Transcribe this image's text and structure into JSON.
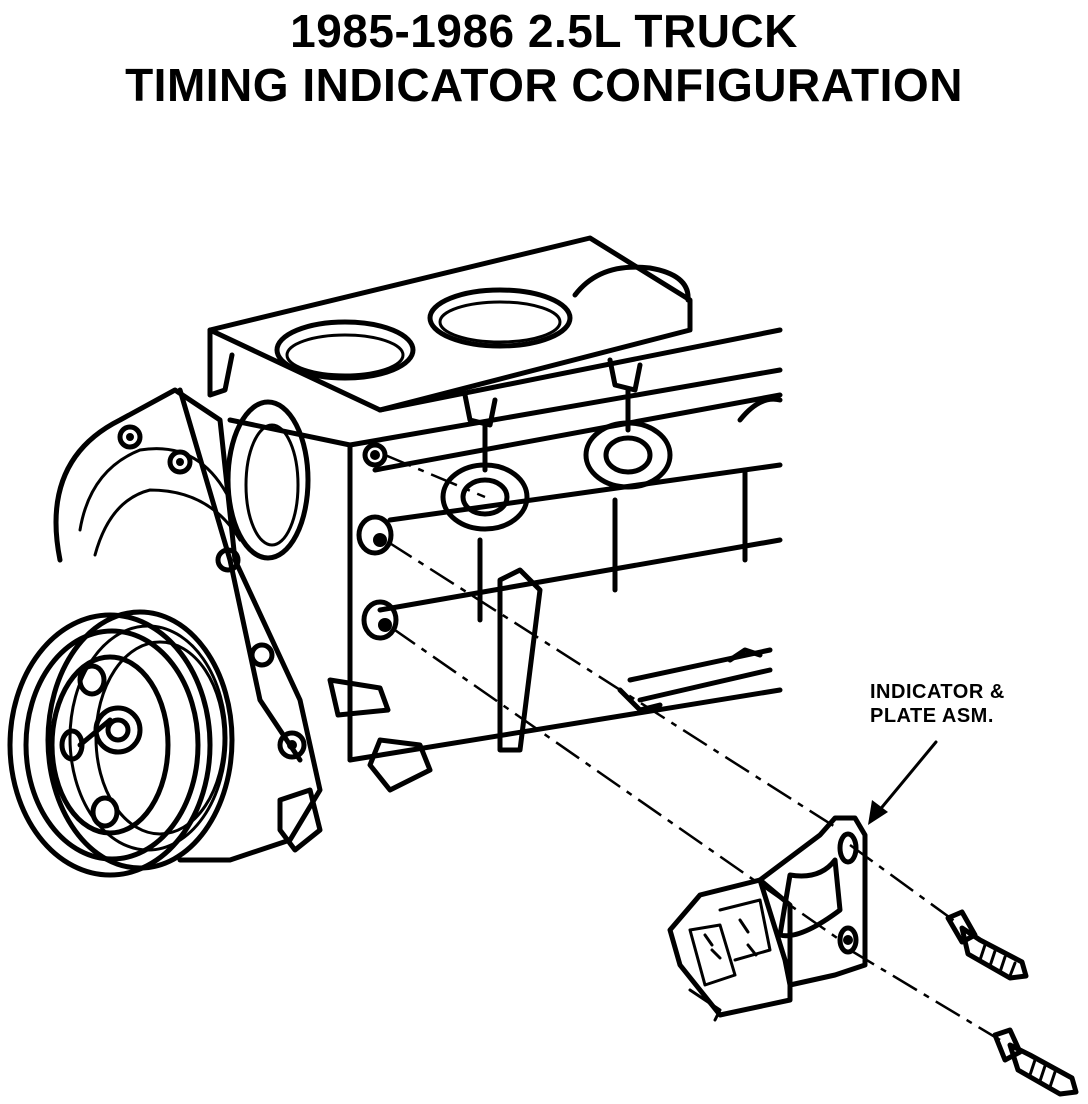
{
  "title": {
    "line1": "1985-1986 2.5L TRUCK",
    "line2": "TIMING INDICATOR CONFIGURATION"
  },
  "callout": {
    "line1": "INDICATOR &",
    "line2": "PLATE ASM."
  },
  "colors": {
    "ink": "#000000",
    "background": "#ffffff"
  }
}
